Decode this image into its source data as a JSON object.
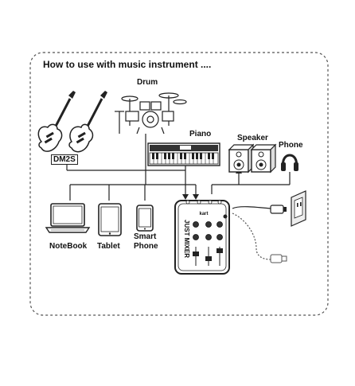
{
  "title": "How to use with music instrument ....",
  "labels": {
    "drum": "Drum",
    "piano": "Piano",
    "speaker": "Speaker",
    "phone": "Phone",
    "dm2s": "DM2S",
    "notebook": "NoteBook",
    "tablet": "Tablet",
    "smart_phone_line1": "Smart",
    "smart_phone_line2": "Phone"
  },
  "mixer": {
    "brand": "kart",
    "name": "JUST MIXER"
  },
  "icons": [
    "bass-guitar-icon",
    "electric-guitar-icon",
    "drum-kit-icon",
    "piano-keyboard-icon",
    "speaker-icon",
    "headphones-icon",
    "laptop-icon",
    "tablet-icon",
    "smartphone-icon",
    "mixer-icon",
    "wall-outlet-icon",
    "usb-plug-icon"
  ]
}
